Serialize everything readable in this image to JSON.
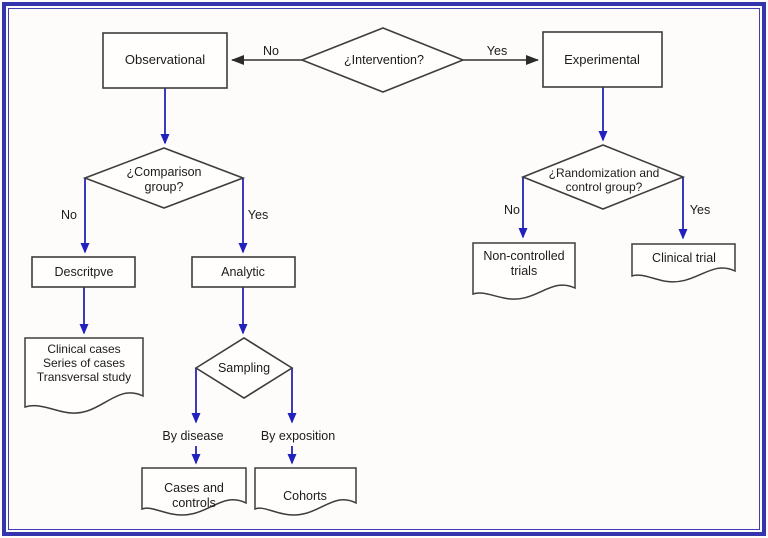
{
  "colors": {
    "frame_border": "#3434ae",
    "arrow_blue": "#2525b5",
    "connector_black": "#2e2e2e",
    "shape_stroke": "#3d3d3d",
    "text": "#1b1b1b",
    "background": "#fdfcfa"
  },
  "nodes": {
    "intervention_diamond": {
      "label": "¿Intervention?"
    },
    "observational_box": {
      "label": "Observational"
    },
    "experimental_box": {
      "label": "Experimental"
    },
    "comparison_diamond": {
      "lines": [
        "¿Comparison",
        "group?"
      ]
    },
    "descriptive_box": {
      "label": "Descritpve"
    },
    "analytic_box": {
      "label": "Analytic"
    },
    "clinical_cases_doc": {
      "lines": [
        "Clinical cases",
        "Series of cases",
        "Transversal study"
      ]
    },
    "sampling_diamond": {
      "label": "Sampling"
    },
    "cases_controls_doc": {
      "lines": [
        "Cases and",
        "controls"
      ]
    },
    "cohorts_doc": {
      "label": "Cohorts"
    },
    "randomization_diamond": {
      "lines": [
        "¿Randomization and",
        "control group?"
      ]
    },
    "non_controlled_doc": {
      "lines": [
        "Non-controlled",
        "trials"
      ]
    },
    "clinical_trial_doc": {
      "label": "Clinical trial"
    }
  },
  "edge_labels": {
    "intervention_no": "No",
    "intervention_yes": "Yes",
    "comparison_no": "No",
    "comparison_yes": "Yes",
    "sampling_by_disease": "By disease",
    "sampling_by_exposition": "By exposition",
    "randomization_no": "No",
    "randomization_yes": "Yes"
  }
}
